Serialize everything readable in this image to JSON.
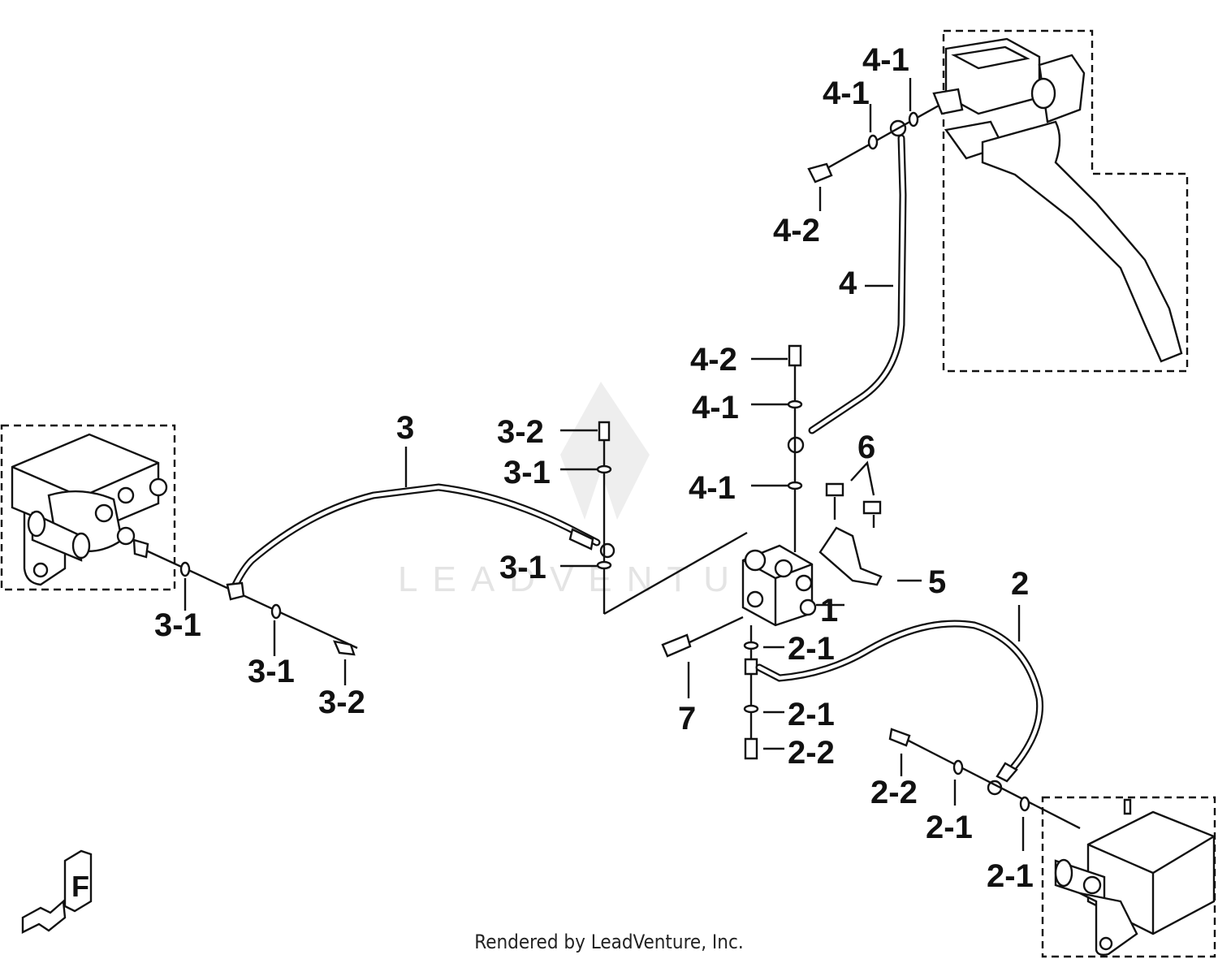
{
  "footer": "Rendered by LeadVenture, Inc.",
  "watermark": "LEADVENTURE",
  "orientation_icon": {
    "icon": "front-arrow-icon",
    "letter": "F"
  },
  "callouts": {
    "c1": "1",
    "c2": "2",
    "c2_1a": "2-1",
    "c2_1b": "2-1",
    "c2_1c": "2-1",
    "c2_1d": "2-1",
    "c2_2a": "2-2",
    "c2_2b": "2-2",
    "c3": "3",
    "c3_1a": "3-1",
    "c3_1b": "3-1",
    "c3_1c": "3-1",
    "c3_1d": "3-1",
    "c3_2a": "3-2",
    "c3_2b": "3-2",
    "c4": "4",
    "c4_1a": "4-1",
    "c4_1b": "4-1",
    "c4_1c": "4-1",
    "c4_1d": "4-1",
    "c4_2a": "4-2",
    "c4_2b": "4-2",
    "c5": "5",
    "c6": "6",
    "c7": "7"
  }
}
